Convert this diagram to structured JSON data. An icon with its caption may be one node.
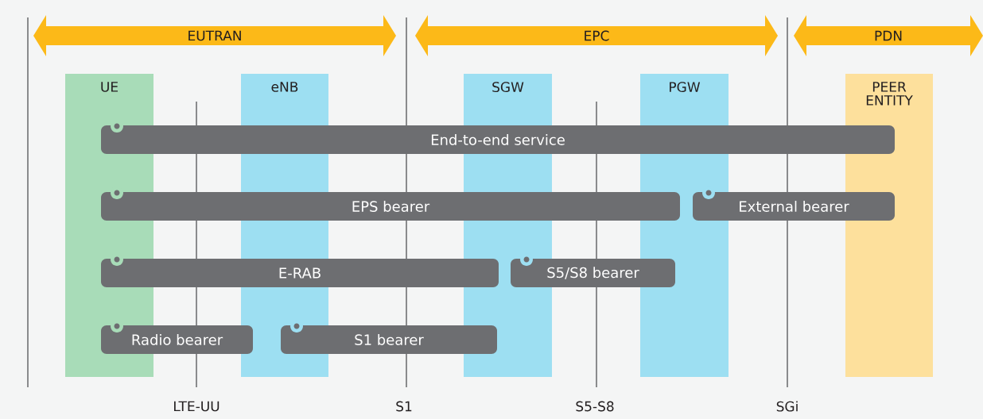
{
  "diagram": {
    "nodes": [
      {
        "text": [
          "EUTRAN"
        ]
      },
      {
        "text": [
          "EPC"
        ]
      },
      {
        "text": [
          "PDN"
        ]
      },
      {
        "text": [
          "UE"
        ]
      },
      {
        "text": [
          "eNB"
        ]
      },
      {
        "text": [
          "SGW"
        ]
      },
      {
        "text": [
          "PGW"
        ]
      },
      {
        "text": [
          "PEER ENTITY"
        ]
      },
      {
        "text": [
          "End-to-end service"
        ]
      },
      {
        "text": [
          "EPS bearer"
        ]
      },
      {
        "text": [
          "External bearer"
        ]
      },
      {
        "text": [
          "E-RAB"
        ]
      },
      {
        "text": [
          "S5/S8 bearer"
        ]
      },
      {
        "text": [
          "Radio bearer"
        ]
      },
      {
        "text": [
          "S1 bearer"
        ]
      }
    ],
    "labels": [
      "LTE-UU",
      "S1",
      "S5-S8",
      "SGi"
    ]
  }
}
